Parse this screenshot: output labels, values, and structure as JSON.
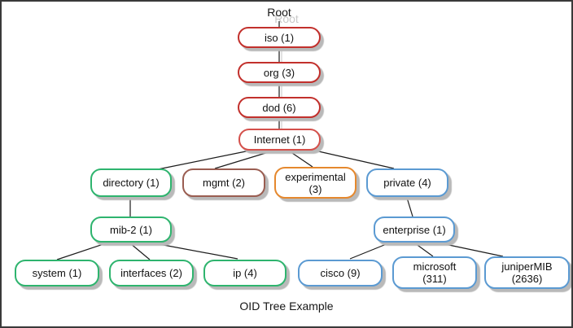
{
  "tree": {
    "root_label": "Root",
    "caption": "OID Tree Example",
    "colors": {
      "red": "#c2302c",
      "red_light": "#d4504b",
      "green": "#2eb46e",
      "blue": "#5b9ad2",
      "brown": "#9a5d51",
      "orange": "#e5882e",
      "line": "#1c1c1c",
      "line_shadow": "#cfcfcf",
      "ghost_text": "#c9c9c9"
    },
    "nodes": {
      "iso": "iso (1)",
      "org": "org (3)",
      "dod": "dod (6)",
      "internet": "Internet (1)",
      "directory": "directory (1)",
      "mgmt": "mgmt (2)",
      "experimental": "experimental\n(3)",
      "private": "private (4)",
      "mib2": "mib-2 (1)",
      "enterprise": "enterprise (1)",
      "system": "system (1)",
      "interfaces": "interfaces (2)",
      "ip": "ip (4)",
      "cisco": "cisco (9)",
      "microsoft": "microsoft\n(311)",
      "junipermib": "juniperMIB\n(2636)"
    }
  }
}
